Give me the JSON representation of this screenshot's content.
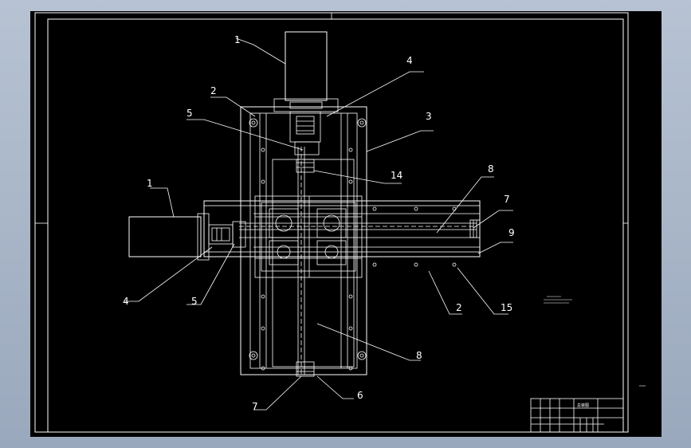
{
  "drawing": {
    "callouts": [
      {
        "id": "c1a",
        "text": "1"
      },
      {
        "id": "c1b",
        "text": "1"
      },
      {
        "id": "c2a",
        "text": "2"
      },
      {
        "id": "c2b",
        "text": "2"
      },
      {
        "id": "c3",
        "text": "3"
      },
      {
        "id": "c4a",
        "text": "4"
      },
      {
        "id": "c4b",
        "text": "4"
      },
      {
        "id": "c5a",
        "text": "5"
      },
      {
        "id": "c5b",
        "text": "5"
      },
      {
        "id": "c6",
        "text": "6"
      },
      {
        "id": "c7a",
        "text": "7"
      },
      {
        "id": "c7b",
        "text": "7"
      },
      {
        "id": "c8a",
        "text": "8"
      },
      {
        "id": "c8b",
        "text": "8"
      },
      {
        "id": "c9",
        "text": "9"
      },
      {
        "id": "c14",
        "text": "14"
      },
      {
        "id": "c15",
        "text": "15"
      }
    ],
    "title_block": {
      "title": "总装图"
    }
  },
  "colors": {
    "background": "#000000",
    "lines": "#ffffff",
    "frame_outer": "#ffffff"
  }
}
